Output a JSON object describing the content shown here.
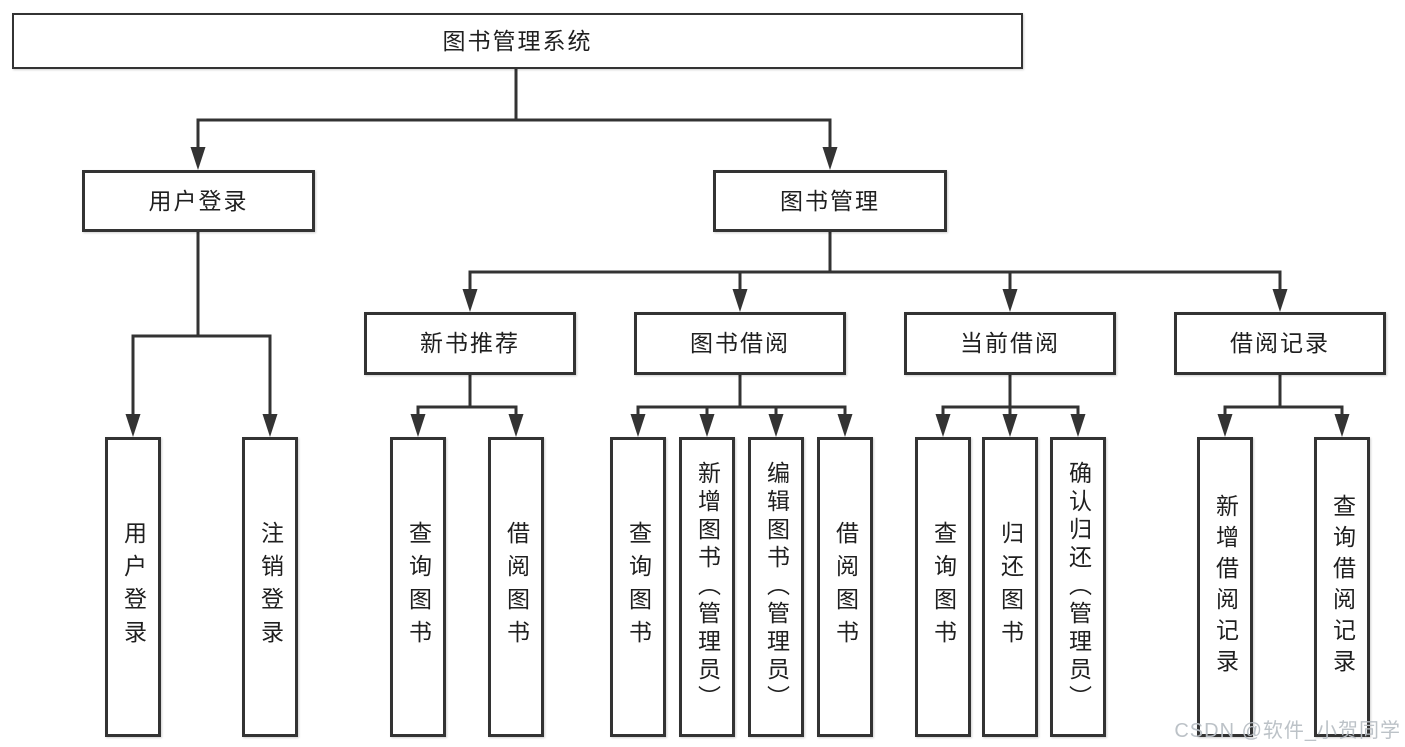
{
  "diagram": {
    "tree": {
      "label": "图书管理系统",
      "children": [
        {
          "label": "用户登录",
          "children": [
            {
              "label": "用户登录"
            },
            {
              "label": "注销登录"
            }
          ]
        },
        {
          "label": "图书管理",
          "children": [
            {
              "label": "新书推荐",
              "children": [
                {
                  "label": "查询图书"
                },
                {
                  "label": "借阅图书"
                }
              ]
            },
            {
              "label": "图书借阅",
              "children": [
                {
                  "label": "查询图书"
                },
                {
                  "label": "新增图书（管理员）"
                },
                {
                  "label": "编辑图书（管理员）"
                },
                {
                  "label": "借阅图书"
                }
              ]
            },
            {
              "label": "当前借阅",
              "children": [
                {
                  "label": "查询图书"
                },
                {
                  "label": "归还图书"
                },
                {
                  "label": "确认归还（管理员）"
                }
              ]
            },
            {
              "label": "借阅记录",
              "children": [
                {
                  "label": "新增借阅记录"
                },
                {
                  "label": "查询借阅记录"
                }
              ]
            }
          ]
        }
      ]
    }
  },
  "watermark": {
    "text": "CSDN @软件_小贺同学"
  },
  "colors": {
    "line": "#333333",
    "text": "#1f1f1f",
    "background": "#ffffff",
    "watermark": "#b9bfc5"
  }
}
